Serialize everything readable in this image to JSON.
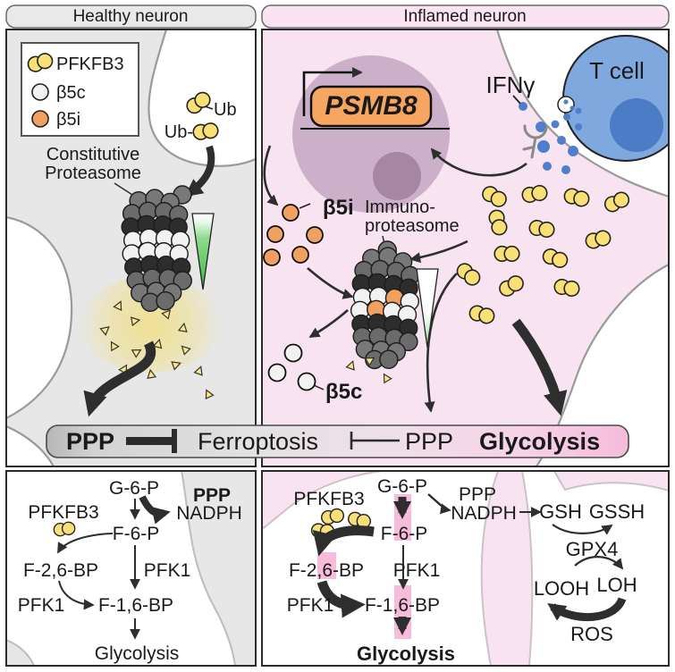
{
  "headers": {
    "healthy": "Healthy neuron",
    "inflamed": "Inflamed neuron"
  },
  "legend": {
    "pfkfb3": "PFKFB3",
    "b5c": "β5c",
    "b5i": "β5i"
  },
  "healthy": {
    "proteasome_line1": "Constitutive",
    "proteasome_line2": "Proteasome",
    "ub_top": "Ub",
    "ub_bottom": "Ub-",
    "pathway": {
      "g6p": "G-6-P",
      "ppp": "PPP",
      "nadph": "NADPH",
      "pfkfb3": "PFKFB3",
      "f6p": "F-6-P",
      "f26bp": "F-2,6-BP",
      "pfk1_right": "PFK1",
      "pfk1_left": "PFK1",
      "f16bp": "F-1,6-BP",
      "glycolysis": "Glycolysis"
    }
  },
  "inflamed": {
    "gene": "PSMB8",
    "ifng": "IFNγ",
    "tcell": "T cell",
    "b5i": "β5i",
    "immuno_line1": "Immuno-",
    "immuno_line2": "proteasome",
    "b5c": "β5c",
    "pathway": {
      "pfkfb3": "PFKFB3",
      "g6p": "G-6-P",
      "ppp": "PPP",
      "nadph": "NADPH",
      "f6p": "F-6-P",
      "f26bp": "F-2,6-BP",
      "pfk1_right": "PFK1",
      "pfk1_left": "PFK1",
      "f16bp": "F-1,6-BP",
      "glycolysis": "Glycolysis",
      "gsh": "GSH",
      "gssh": "GSSH",
      "gpx4": "GPX4",
      "looh": "LOOH",
      "loh": "LOH",
      "ros": "ROS"
    }
  },
  "banner": {
    "ppp_left": "PPP",
    "ferroptosis": "Ferroptosis",
    "ppp_right": "PPP",
    "glycolysis": "Glycolysis"
  },
  "colors": {
    "pfkfb3_yellow": "#f8e076",
    "b5i_orange": "#f0a160",
    "b5c_white": "#f2f2f2",
    "psmb8_box_orange": "#f7a661",
    "nucleus_purple": "#ccafc8",
    "nucleolus_purple": "#a686a2",
    "t_cell_blue": "#7fa8df",
    "t_cell_nucleus_blue": "#4d7cc6",
    "ifng_dot_blue": "#4f7fca",
    "healthy_cell_grey": "#e7e7e7",
    "inflamed_cell_pink": "#f8e3f1",
    "banner_grey": "#b9b9b9",
    "banner_pink": "#f5bcdc",
    "highlight_pink": "#f7bbdc",
    "funnel_green": "#3dbb3d",
    "arrow_dark": "#2e2e2e"
  }
}
